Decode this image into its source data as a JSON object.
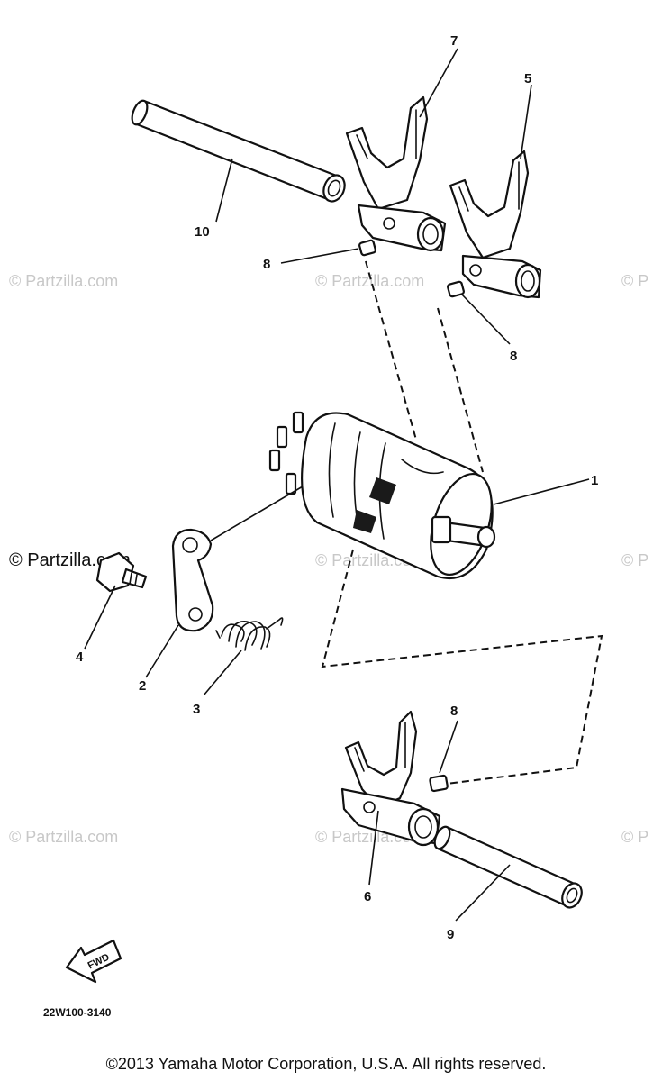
{
  "watermark": {
    "text": "© Partzilla.com",
    "partial_text": "© P"
  },
  "callouts": {
    "c1": "1",
    "c2": "2",
    "c3": "3",
    "c4": "4",
    "c5": "5",
    "c6": "6",
    "c7": "7",
    "c8a": "8",
    "c8b": "8",
    "c8c": "8",
    "c9": "9",
    "c10": "10"
  },
  "fwd_label": "FWD",
  "diagram_code": "22W100-3140",
  "copyright": "©2013 Yamaha Motor Corporation, U.S.A. All rights reserved."
}
